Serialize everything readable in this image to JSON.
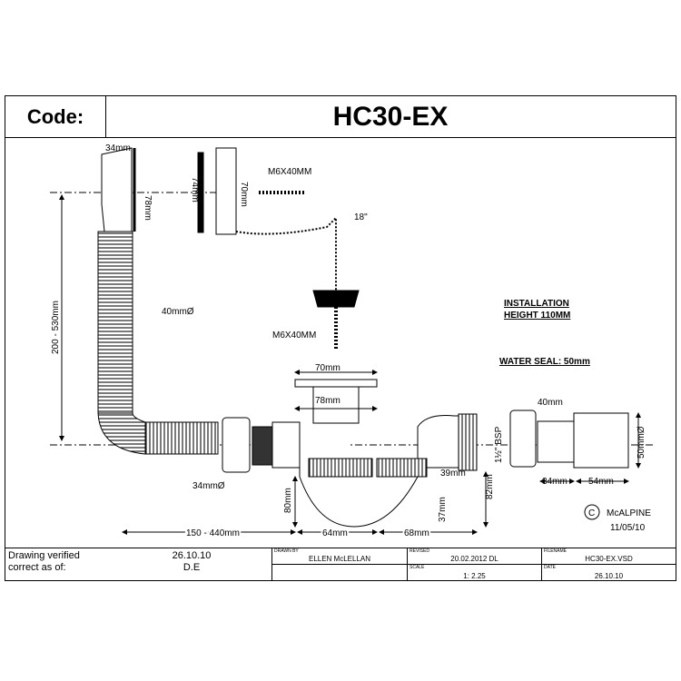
{
  "header": {
    "code_label": "Code:",
    "code_value": "HC30-EX"
  },
  "dimensions": {
    "waste_width": "34mm",
    "waste_height": "78mm",
    "plug_outer": "74mm",
    "plug_inner": "70mm",
    "screw_top": "M6X40MM",
    "chain_angle": "18\"",
    "hose_range": "200 - 530mm",
    "hose_dia": "40mmØ",
    "screw_mid": "M6X40MM",
    "outlet_70": "70mm",
    "outlet_78": "78mm",
    "hose_dia_lower": "34mmØ",
    "horiz_range": "150 - 440mm",
    "trap_80": "80mm",
    "trap_64": "64mm",
    "trap_37": "37mm",
    "trap_68": "68mm",
    "trap_39": "39mm",
    "trap_82": "82mm",
    "bsp": "1½\" BSP",
    "adapter_40": "40mm",
    "adapter_34": "34mm",
    "adapter_54": "54mm",
    "adapter_50": "50mmØ"
  },
  "notes": {
    "install_line1": "INSTALLATION",
    "install_line2": "HEIGHT 110MM",
    "water_seal": "WATER SEAL: 50mm",
    "copyright_symbol": "C",
    "brand": "McALPINE",
    "brand_date": "11/05/10"
  },
  "title_block": {
    "verified_line1": "Drawing verified",
    "verified_line2": "correct as of:",
    "verified_date": "26.10.10",
    "verified_by": "D.E",
    "drawn_by_label": "DRAWN BY",
    "drawn_by": "ELLEN McLELLAN",
    "revised_label": "REVISED",
    "revised": "20.02.2012 DL",
    "scale_label": "SCALE",
    "scale": "1: 2.25",
    "filename_label": "FILENAME",
    "filename": "HC30-EX.VSD",
    "date_label": "DATE",
    "date": "26.10.10"
  }
}
